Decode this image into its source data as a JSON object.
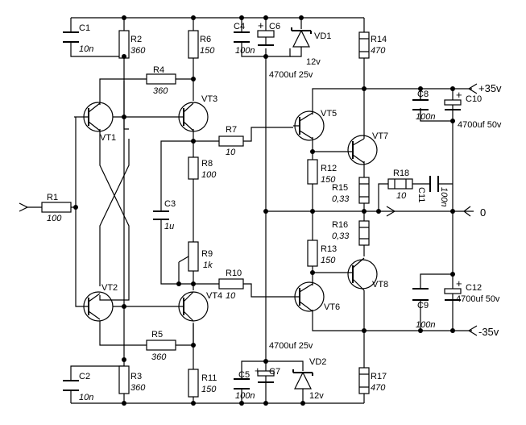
{
  "components": [
    {
      "id": "C1",
      "ref": "C1",
      "value": "10n"
    },
    {
      "id": "R2",
      "ref": "R2",
      "value": "360"
    },
    {
      "id": "R6",
      "ref": "R6",
      "value": "150"
    },
    {
      "id": "C4",
      "ref": "C4",
      "value": "100n"
    },
    {
      "id": "C6",
      "ref": "C6",
      "value": "4700uf 25v"
    },
    {
      "id": "VD1",
      "ref": "VD1",
      "value": "12v"
    },
    {
      "id": "R14",
      "ref": "R14",
      "value": "470"
    },
    {
      "id": "R4",
      "ref": "R4",
      "value": "360"
    },
    {
      "id": "VT1",
      "ref": "VT1",
      "value": ""
    },
    {
      "id": "VT3",
      "ref": "VT3",
      "value": ""
    },
    {
      "id": "VT5",
      "ref": "VT5",
      "value": ""
    },
    {
      "id": "C8",
      "ref": "C8",
      "value": "100n"
    },
    {
      "id": "C10",
      "ref": "C10",
      "value": "4700uf 50v"
    },
    {
      "id": "R7",
      "ref": "R7",
      "value": "10"
    },
    {
      "id": "VT7",
      "ref": "VT7",
      "value": ""
    },
    {
      "id": "R8",
      "ref": "R8",
      "value": "100"
    },
    {
      "id": "R12",
      "ref": "R12",
      "value": "150"
    },
    {
      "id": "R18",
      "ref": "R18",
      "value": "10"
    },
    {
      "id": "C11",
      "ref": "C11",
      "value": "100n"
    },
    {
      "id": "R15",
      "ref": "R15",
      "value": "0,33"
    },
    {
      "id": "R1",
      "ref": "R1",
      "value": "100"
    },
    {
      "id": "C3",
      "ref": "C3",
      "value": "1u"
    },
    {
      "id": "R16",
      "ref": "R16",
      "value": "0,33"
    },
    {
      "id": "R9",
      "ref": "R9",
      "value": "1k"
    },
    {
      "id": "R13",
      "ref": "R13",
      "value": "150"
    },
    {
      "id": "R10",
      "ref": "R10",
      "value": "10"
    },
    {
      "id": "VT2",
      "ref": "VT2",
      "value": ""
    },
    {
      "id": "VT4",
      "ref": "VT4",
      "value": ""
    },
    {
      "id": "VT8",
      "ref": "VT8",
      "value": ""
    },
    {
      "id": "VT6",
      "ref": "VT6",
      "value": ""
    },
    {
      "id": "C12",
      "ref": "C12",
      "value": "4700uf 50v"
    },
    {
      "id": "C9",
      "ref": "C9",
      "value": "100n"
    },
    {
      "id": "R5",
      "ref": "R5",
      "value": "360"
    },
    {
      "id": "C7",
      "ref": "C7",
      "value": "4700uf 25v"
    },
    {
      "id": "VD2",
      "ref": "VD2",
      "value": "12v"
    },
    {
      "id": "C2",
      "ref": "C2",
      "value": "10n"
    },
    {
      "id": "R3",
      "ref": "R3",
      "value": "360"
    },
    {
      "id": "R11",
      "ref": "R11",
      "value": "150"
    },
    {
      "id": "C5",
      "ref": "C5",
      "value": "100n"
    },
    {
      "id": "R17",
      "ref": "R17",
      "value": "470"
    }
  ],
  "rails": {
    "positive": "+35v",
    "ground": "0",
    "negative": "-35v"
  },
  "polarity_mark": "+"
}
